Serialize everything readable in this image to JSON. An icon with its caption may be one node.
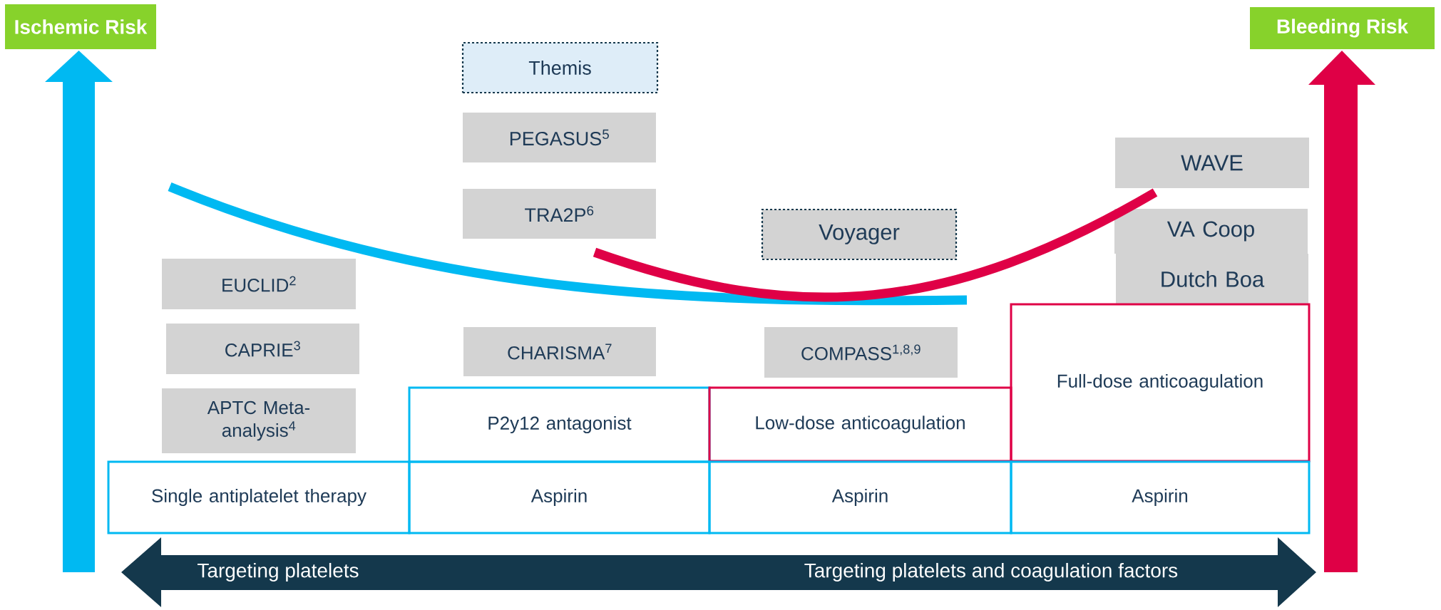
{
  "diagram": {
    "nodes": [
      {
        "text": [
          "Themis"
        ]
      },
      {
        "text": [
          "PEGASUS$^{5}$"
        ]
      },
      {
        "text": [
          "TRA2P$^{6}$"
        ]
      },
      {
        "text": [
          "WAVE"
        ]
      },
      {
        "text": [
          "VA Coop"
        ]
      },
      {
        "text": [
          "Voyager"
        ]
      },
      {
        "text": [
          "Dutch Boa"
        ]
      },
      {
        "text": [
          "EUCLID$^{2}$"
        ]
      },
      {
        "text": [
          "Full-dose anticoagulation"
        ]
      },
      {
        "text": [
          "CAPRIE$^{3}$"
        ]
      },
      {
        "text": [
          "CHARISMA$^{7}$"
        ]
      },
      {
        "text": [
          "COMPASS$^{1,8,9}$"
        ]
      },
      {
        "text": [
          "APTC Meta-analysis$^{4}$"
        ]
      },
      {
        "text": [
          "P2y12 antagonist"
        ]
      },
      {
        "text": [
          "Low-dose anticoagulation"
        ]
      },
      {
        "text": [
          "Single antiplatelet therapy"
        ]
      },
      {
        "text": [
          "Aspirin"
        ]
      },
      {
        "text": [
          "Aspirin"
        ]
      },
      {
        "text": [
          "Aspirin"
        ]
      }
    ],
    "labels": [
      "Ischemic Risk",
      "Bleeding Risk",
      "Targeting platelets",
      "Targeting platelets and coagulation factors"
    ]
  }
}
